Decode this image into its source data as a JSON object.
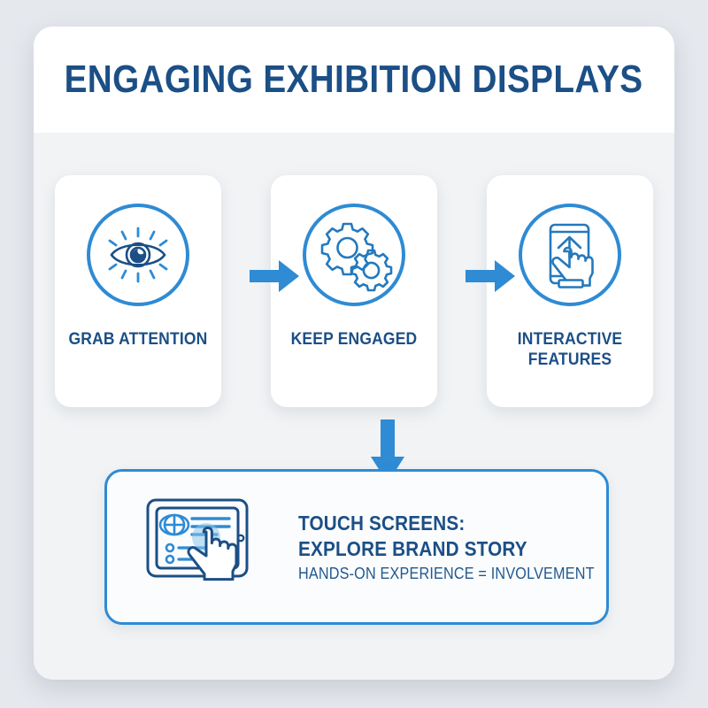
{
  "colors": {
    "page_background": "#e5e8ed",
    "panel_background": "#f1f3f5",
    "header_background": "#ffffff",
    "title_navy": "#1b4f86",
    "accent_blue": "#2e8bd4",
    "card_white": "#ffffff"
  },
  "header": {
    "title": "ENGAGING EXHIBITION DISPLAYS"
  },
  "steps": [
    {
      "icon": "eye-icon",
      "label": "GRAB ATTENTION",
      "label_lines": [
        "GRAB ATTENTION"
      ]
    },
    {
      "icon": "gears-icon",
      "label": "KEEP ENGAGED",
      "label_lines": [
        "KEEP ENGAGED"
      ]
    },
    {
      "icon": "phone-touch-icon",
      "label": "INTERACTIVE FEATURES",
      "label_lines": [
        "INTERACTIVE",
        "FEATURES"
      ]
    }
  ],
  "connectors": [
    {
      "icon": "arrow-right-icon"
    },
    {
      "icon": "arrow-right-icon"
    },
    {
      "icon": "arrow-down-icon"
    }
  ],
  "banner": {
    "icon": "tablet-touch-icon",
    "line1": "TOUCH SCREENS:",
    "line2": "EXPLORE BRAND STORY",
    "line3": "HANDS-ON EXPERIENCE = INVOLVEMENT"
  }
}
